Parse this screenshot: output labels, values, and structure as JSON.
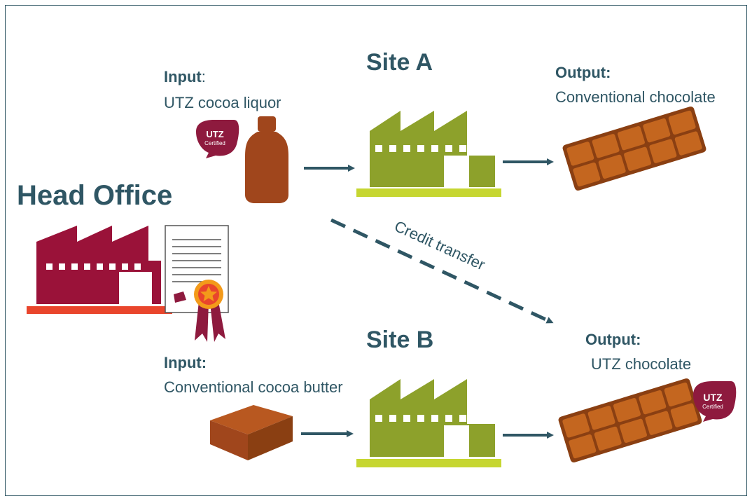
{
  "site_a": {
    "title": "Site A"
  },
  "site_b": {
    "title": "Site B"
  },
  "head_office": {
    "title": "Head Office"
  },
  "input_a": {
    "heading": "Input",
    "colon": ":",
    "value": "UTZ cocoa liquor"
  },
  "output_a": {
    "heading": "Output:",
    "value": "Conventional chocolate"
  },
  "input_b": {
    "heading": "Input:",
    "value": "Conventional cocoa butter"
  },
  "output_b": {
    "heading": "Output:",
    "value": "UTZ chocolate"
  },
  "credit_transfer": {
    "label": "Credit transfer"
  },
  "utz_badge": {
    "brand": "UTZ",
    "sub": "Certified"
  },
  "colors": {
    "site_factory": "#8da12b",
    "site_base": "#c6d631",
    "head_factory": "#9a1239",
    "head_base": "#e9452c",
    "arrow": "#2f5664",
    "chocolate": "#c4661f",
    "chocolate_dark": "#8a3f12",
    "bottle": "#a0461c",
    "badge": "#8e1a3e",
    "text": "#2f5664"
  }
}
